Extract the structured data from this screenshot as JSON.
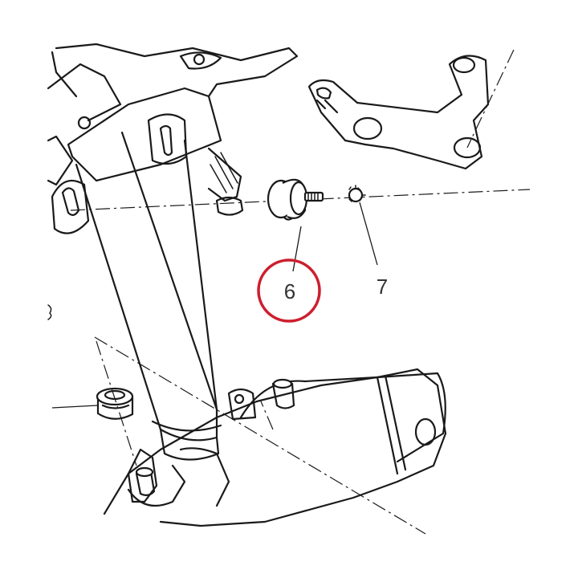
{
  "diagram": {
    "callouts": [
      {
        "id": "6",
        "label": "6",
        "highlighted": true
      },
      {
        "id": "7",
        "label": "7",
        "highlighted": false
      }
    ],
    "highlight_color": "#cc1f2e",
    "line_color": "#1a1a1a"
  }
}
